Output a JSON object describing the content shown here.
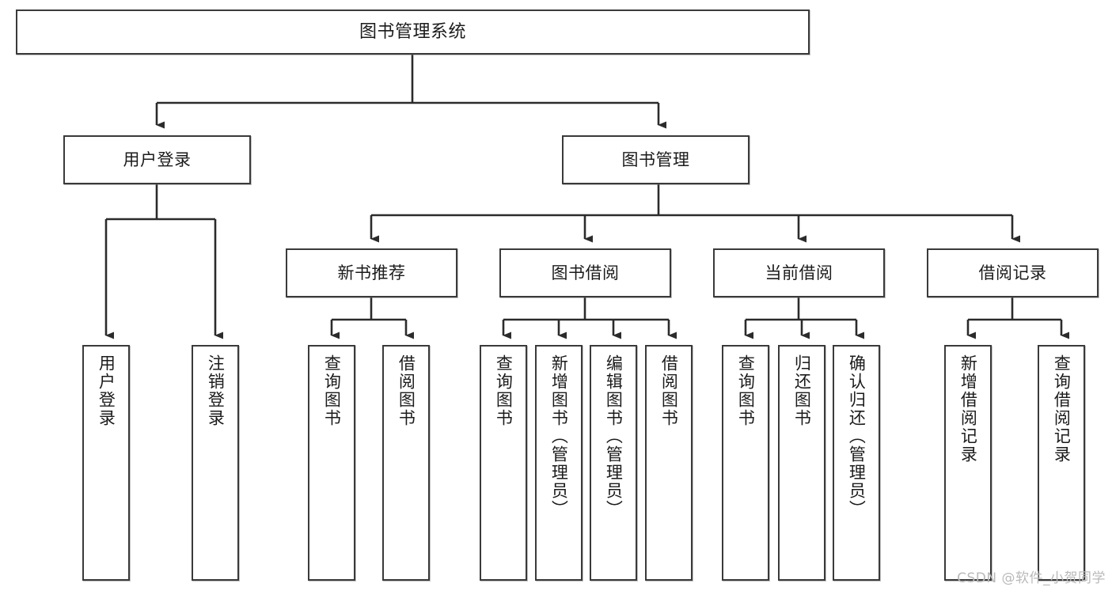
{
  "diagram": {
    "title": "图书管理系统",
    "type": "tree-hierarchy",
    "watermark": "CSDN @软件_小贺同学",
    "colors": {
      "box_border": "#3a3a3a",
      "box_fill": "#ffffff",
      "edge": "#2b2b2b",
      "text": "#1b1b1b",
      "watermark": "#b9b9b9"
    },
    "nodes": {
      "root": {
        "label": "图书管理系统"
      },
      "level2": [
        {
          "id": "user-login",
          "label": "用户登录"
        },
        {
          "id": "book-manage",
          "label": "图书管理"
        }
      ],
      "level3": [
        {
          "id": "new-book-recommend",
          "label": "新书推荐"
        },
        {
          "id": "book-borrow",
          "label": "图书借阅"
        },
        {
          "id": "current-borrow",
          "label": "当前借阅"
        },
        {
          "id": "borrow-record",
          "label": "借阅记录"
        }
      ],
      "leaves": {
        "user-login": [
          {
            "id": "leaf-user-login",
            "label": "用户登录"
          },
          {
            "id": "leaf-user-logout",
            "label": "注销登录"
          }
        ],
        "new-book-recommend": [
          {
            "id": "leaf-query-book-1",
            "label": "查询图书"
          },
          {
            "id": "leaf-borrow-book-1",
            "label": "借阅图书"
          }
        ],
        "book-borrow": [
          {
            "id": "leaf-query-book-2",
            "label": "查询图书"
          },
          {
            "id": "leaf-add-book",
            "label": "新增图书（管理员）"
          },
          {
            "id": "leaf-edit-book",
            "label": "编辑图书（管理员）"
          },
          {
            "id": "leaf-borrow-book-2",
            "label": "借阅图书"
          }
        ],
        "current-borrow": [
          {
            "id": "leaf-query-book-3",
            "label": "查询图书"
          },
          {
            "id": "leaf-return-book",
            "label": "归还图书"
          },
          {
            "id": "leaf-confirm-return",
            "label": "确认归还（管理员）"
          }
        ],
        "borrow-record": [
          {
            "id": "leaf-add-record",
            "label": "新增借阅记录"
          },
          {
            "id": "leaf-query-record",
            "label": "查询借阅记录"
          }
        ]
      }
    }
  }
}
